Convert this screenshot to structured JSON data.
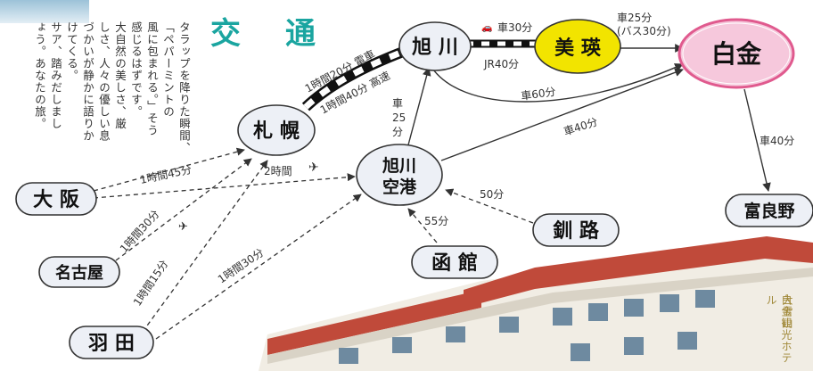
{
  "page": {
    "title": "交　通",
    "intro_lines": [
      "タラップを降りた瞬間、",
      "「ペパーミントの",
      "風に包まれる。」そう",
      "感じるはずです。",
      "大自然の美しさ、厳",
      "しさ、人々の優しい息",
      "づかいが静かに語りか",
      "けてくる。",
      "サア、踏みだしまし",
      "ょう。あなたの旅。"
    ],
    "hotel_sign": [
      "大雪山",
      "白金観光ホテル"
    ]
  },
  "places": {
    "sapporo": "札 幌",
    "asahikawa": "旭 川",
    "biei": "美 瑛",
    "shirogane": "白金",
    "asahikawa_airport_1": "旭川",
    "asahikawa_airport_2": "空港",
    "osaka": "大 阪",
    "nagoya": "名古屋",
    "haneda": "羽 田",
    "kushiro": "釧 路",
    "hakodate": "函 館",
    "furano": "富良野"
  },
  "routes": {
    "sap_asa_train": "1時間20分 電車",
    "sap_asa_road": "1時間40分 高速",
    "asa_biei_car": "車30分",
    "asa_biei_jr": "JR40分",
    "biei_shirogane_1": "車25分",
    "biei_shirogane_2": "(バス30分)",
    "asa_shirogane_car": "車60分",
    "airport_shirogane": "車40分",
    "airport_asa_1": "車",
    "airport_asa_2": "25",
    "airport_asa_3": "分",
    "shirogane_furano": "車40分",
    "osaka_sapporo": "1時間45分",
    "sapporo_airport": "2時間",
    "nagoya_sapporo": "1時間30分",
    "haneda_sapporo": "1時間15分",
    "haneda_airport": "1時間30分",
    "kushiro_airport": "50分",
    "hakodate_airport": "55分"
  },
  "colors": {
    "title": "#1aa5a0",
    "biei_fill": "#f2e400",
    "shirogane_fill": "#f6c8dc",
    "shirogane_ring": "#e05a8e",
    "node_fill": "#edf0f6",
    "roof": "#c04a3a",
    "building_wall": "#f1ede4"
  }
}
